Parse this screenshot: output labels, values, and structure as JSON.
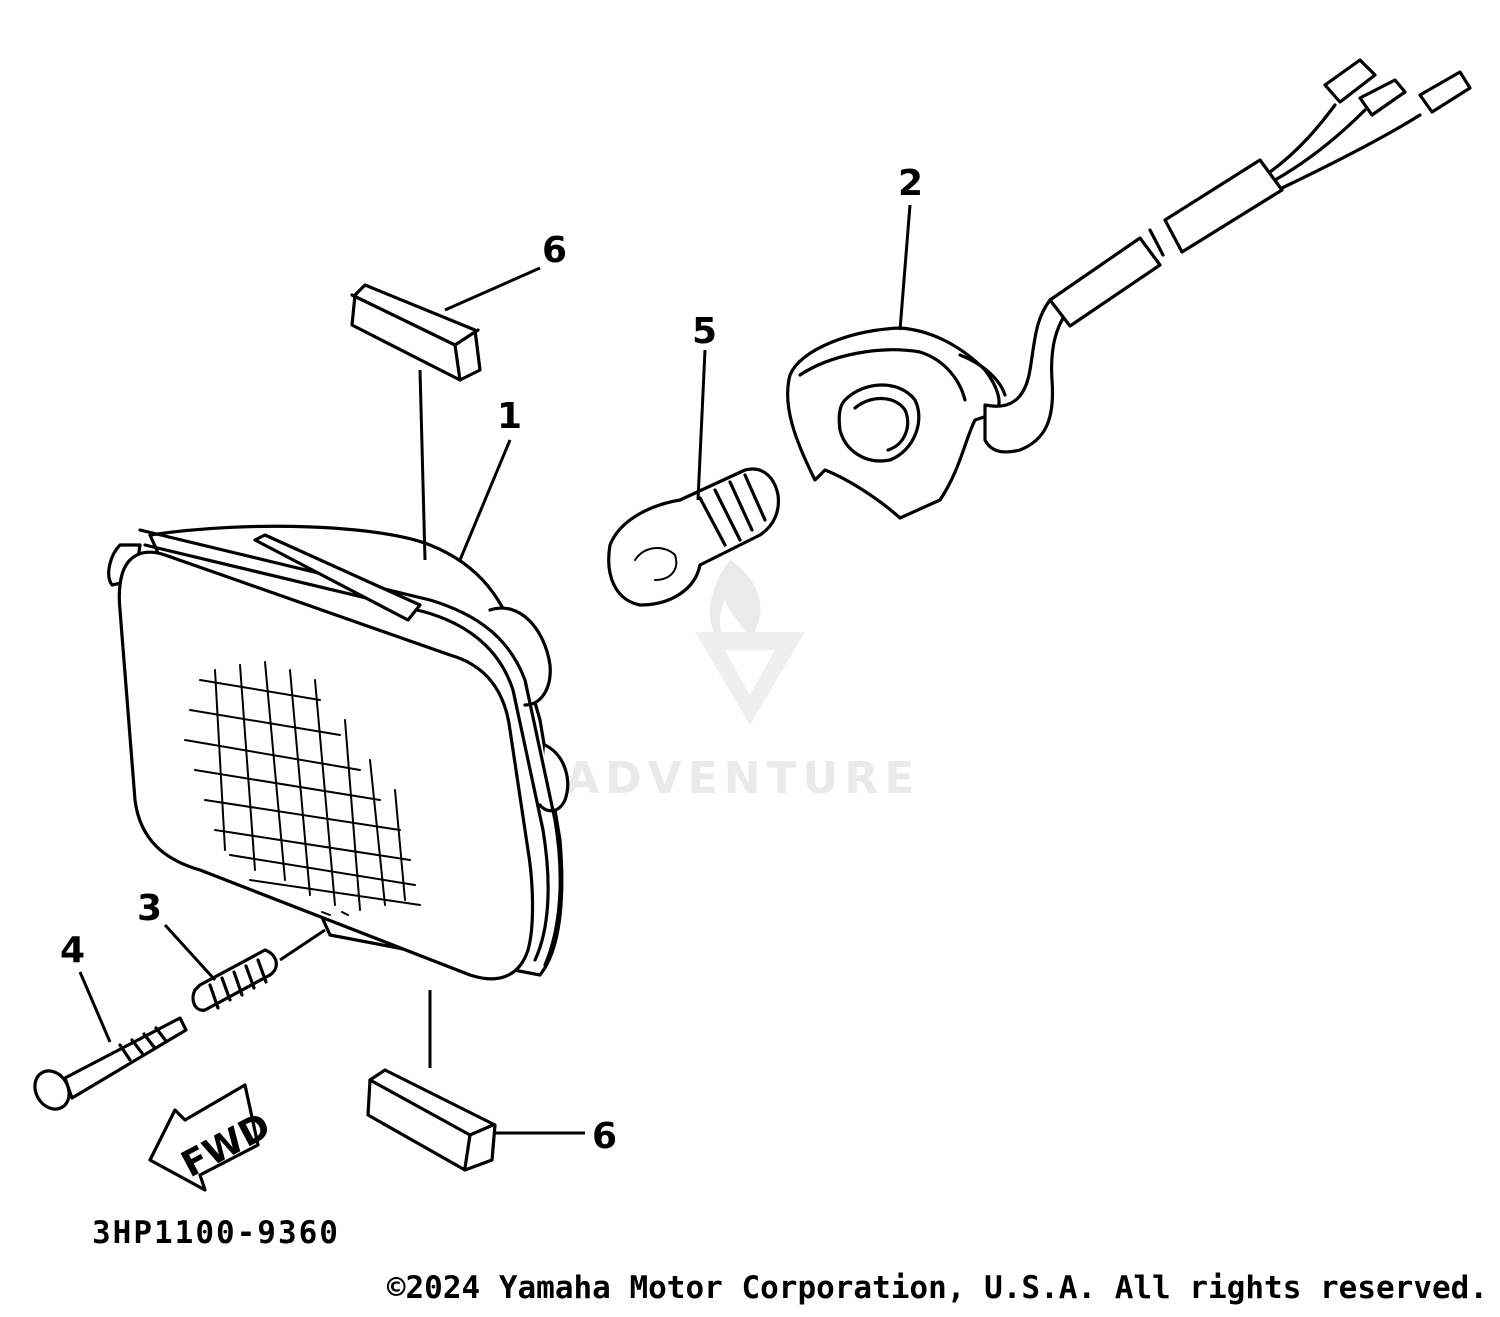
{
  "callouts": {
    "lens_unit": "1",
    "socket_cord": "2",
    "spring": "3",
    "screw": "4",
    "bulb": "5",
    "damper_top": "6",
    "damper_bottom": "6"
  },
  "fwd_label": "FWD",
  "diagram_code": "3HP1100-9360",
  "copyright": "©2024 Yamaha Motor Corporation, U.S.A. All rights reserved.",
  "watermark": "LEADVENTURE",
  "colors": {
    "line": "#000000",
    "background": "#ffffff",
    "watermark": "#d9d9d9"
  }
}
